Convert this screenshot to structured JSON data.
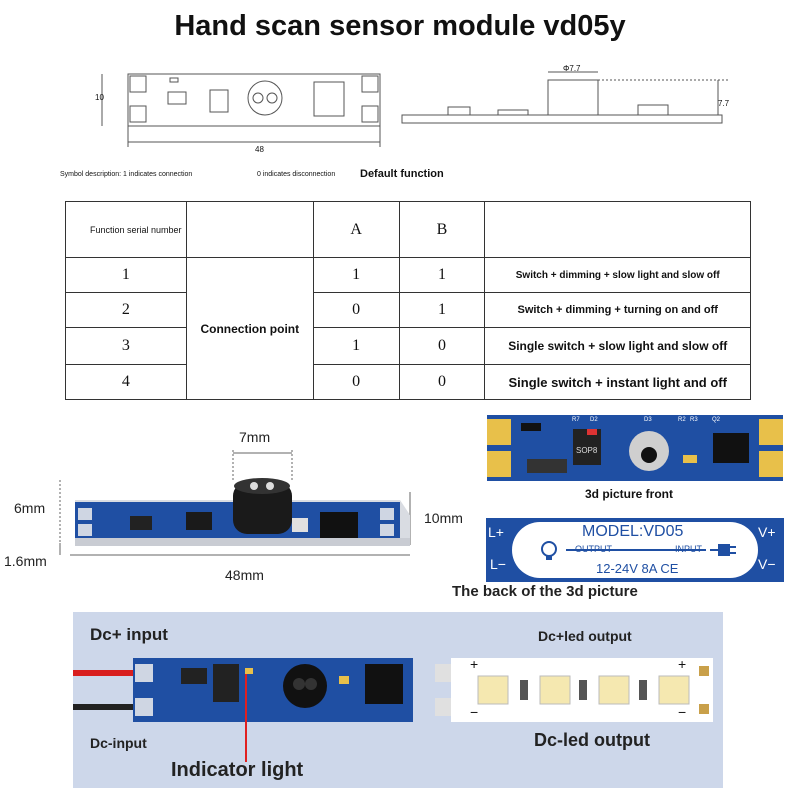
{
  "title": "Hand scan sensor module vd05y",
  "drawing": {
    "height_dim": "10",
    "width_dim": "48",
    "diameter_dim": "Φ7.7",
    "side_height_dim": "7.7"
  },
  "legend": {
    "symbol_desc": "Symbol description: 1 indicates connection",
    "disconnect_desc": "0 indicates disconnection",
    "default_function": "Default function"
  },
  "table": {
    "header": {
      "serial": "Function serial number",
      "col_a": "A",
      "col_b": "B"
    },
    "connection_point": "Connection point",
    "rows": [
      {
        "n": "1",
        "a": "1",
        "b": "1",
        "desc": "Switch + dimming + slow light and slow off"
      },
      {
        "n": "2",
        "a": "0",
        "b": "1",
        "desc": "Switch + dimming + turning on and off"
      },
      {
        "n": "3",
        "a": "1",
        "b": "0",
        "desc": "Single switch + slow light and slow off"
      },
      {
        "n": "4",
        "a": "0",
        "b": "0",
        "desc": "Single switch + instant light and off"
      }
    ]
  },
  "dims": {
    "sensor_width": "7mm",
    "height": "6mm",
    "thickness": "1.6mm",
    "length": "48mm",
    "width": "10mm"
  },
  "front": {
    "caption": "3d picture front",
    "silk": {
      "r7": "R7",
      "d2": "D2",
      "d3": "D3",
      "r2": "R2",
      "r3": "R3",
      "q2": "Q2",
      "chip": "SOP8"
    }
  },
  "back": {
    "model": "MODEL:VD05",
    "output": "OUTPUT",
    "input": "INPUT",
    "voltage": "12-24V 8A CE",
    "l_plus": "L+",
    "l_minus": "L−",
    "v_plus": "V+",
    "v_minus": "V−",
    "caption": "The back of the 3d picture"
  },
  "wiring": {
    "dc_plus_input": "Dc+ input",
    "dc_minus_input": "Dc-input",
    "led_plus_output": "Dc+led output",
    "led_minus_output": "Dc-led output",
    "indicator": "Indicator light",
    "plus": "+",
    "minus": "−"
  },
  "colors": {
    "pcb_blue": "#1f4fa3",
    "pcb_yellow": "#e8c04a",
    "wire_red": "#d81e1e",
    "pointer_red": "#e02020",
    "panel_bg": "#cdd7ea"
  }
}
